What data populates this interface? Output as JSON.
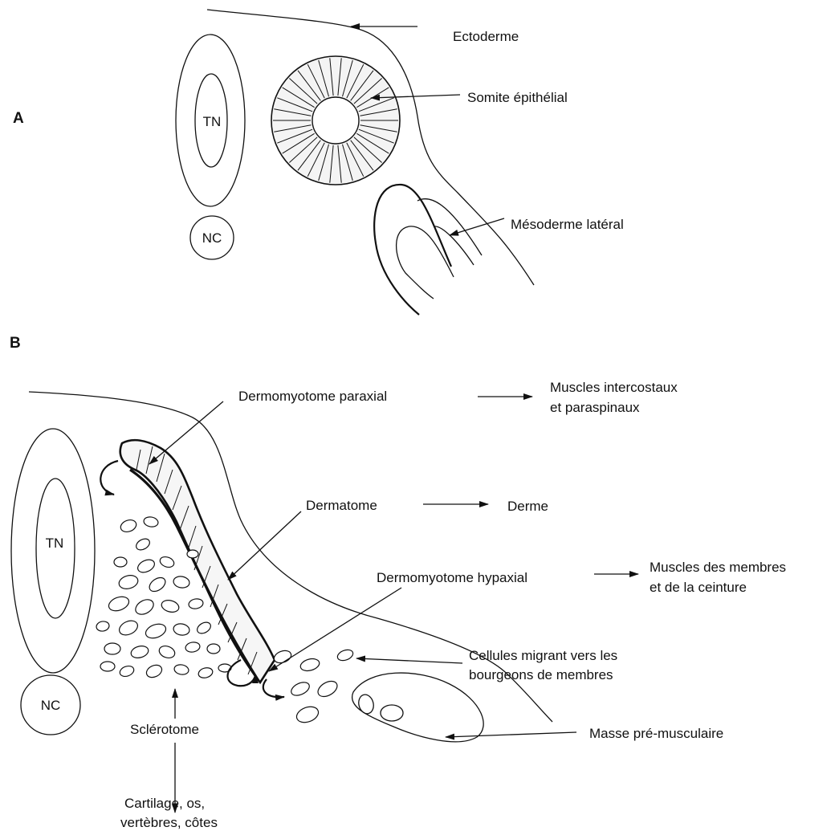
{
  "colors": {
    "ink": "#111111",
    "highlight": "#e0158a",
    "background": "#ffffff"
  },
  "panel_a": {
    "letter": "A",
    "tn": "TN",
    "nc": "NC",
    "ectoderme": "Ectoderme",
    "somite": "Somite épithélial",
    "mesoderme": "Mésoderme latéral"
  },
  "panel_b": {
    "letter": "B",
    "tn": "TN",
    "nc": "NC",
    "dermomyotome_paraxial": "Dermomyotome paraxial",
    "muscles_intercostaux_1": "Muscles intercostaux",
    "muscles_intercostaux_2": "et paraspinaux",
    "dermatome": "Dermatome",
    "derme": "Derme",
    "dermomyotome_hypaxial": "Dermomyotome hypaxial",
    "muscles_membres_1": "Muscles des membres",
    "muscles_membres_2": "et de la ceinture",
    "cellules_1": "Cellules migrant vers les",
    "cellules_2": "bourgeons de membres",
    "masse": "Masse pré-musculaire",
    "sclerotome": "Sclérotome",
    "cartilage_1": "Cartilage, os,",
    "cartilage_2": "vertèbres, côtes"
  }
}
